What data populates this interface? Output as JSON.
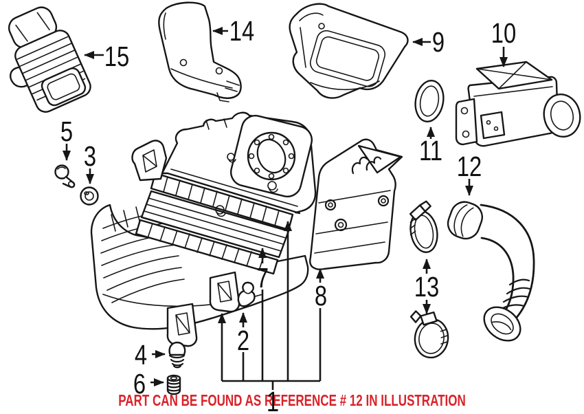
{
  "labels": {
    "n1": "1",
    "n2": "2",
    "n3": "3",
    "n4": "4",
    "n5": "5",
    "n6": "6",
    "n7": "7",
    "n8": "8",
    "n9": "9",
    "n10": "10",
    "n11": "11",
    "n12": "12",
    "n13": "13",
    "n14": "14",
    "n15": "15"
  },
  "caption": "PART CAN BE FOUND AS REFERENCE # 12 IN ILLUSTRATION",
  "colors": {
    "ink": "#161616",
    "caption_red": "#d9232a",
    "background": "#ffffff"
  }
}
